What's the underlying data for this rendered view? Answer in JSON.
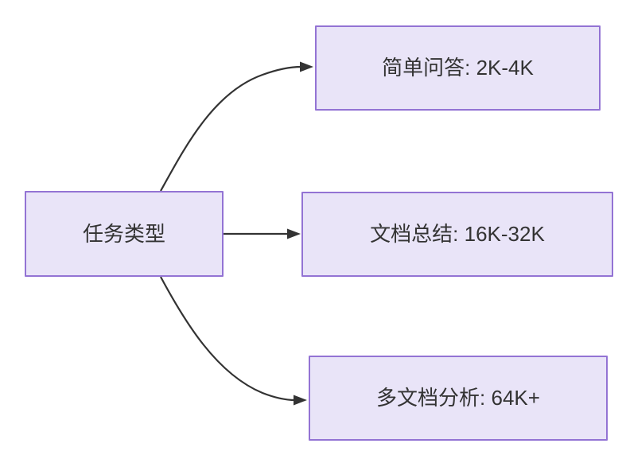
{
  "diagram": {
    "title": "任务类型",
    "type": "flowchart",
    "direction": "left-to-right",
    "background_color": "#ffffff",
    "node_fill_color": "#e9e4f8",
    "node_border_color": "#9373d4",
    "node_text_color": "#333333",
    "edge_color": "#333333",
    "source_node": {
      "id": "node-source",
      "label": "任务类型"
    },
    "target_nodes": [
      {
        "id": "node-target-0",
        "label": "简单问答: 2K-4K",
        "task": "简单问答",
        "context_range": "2K-4K"
      },
      {
        "id": "node-target-1",
        "label": "文档总结: 16K-32K",
        "task": "文档总结",
        "context_range": "16K-32K"
      },
      {
        "id": "node-target-2",
        "label": "多文档分析: 64K+",
        "task": "多文档分析",
        "context_range": "64K+"
      }
    ],
    "edges": [
      {
        "id": "edge-0",
        "from": "任务类型",
        "to": "简单问答: 2K-4K",
        "style": "curved-arrow"
      },
      {
        "id": "edge-1",
        "from": "任务类型",
        "to": "文档总结: 16K-32K",
        "style": "straight-arrow"
      },
      {
        "id": "edge-2",
        "from": "任务类型",
        "to": "多文档分析: 64K+",
        "style": "curved-arrow"
      }
    ]
  }
}
